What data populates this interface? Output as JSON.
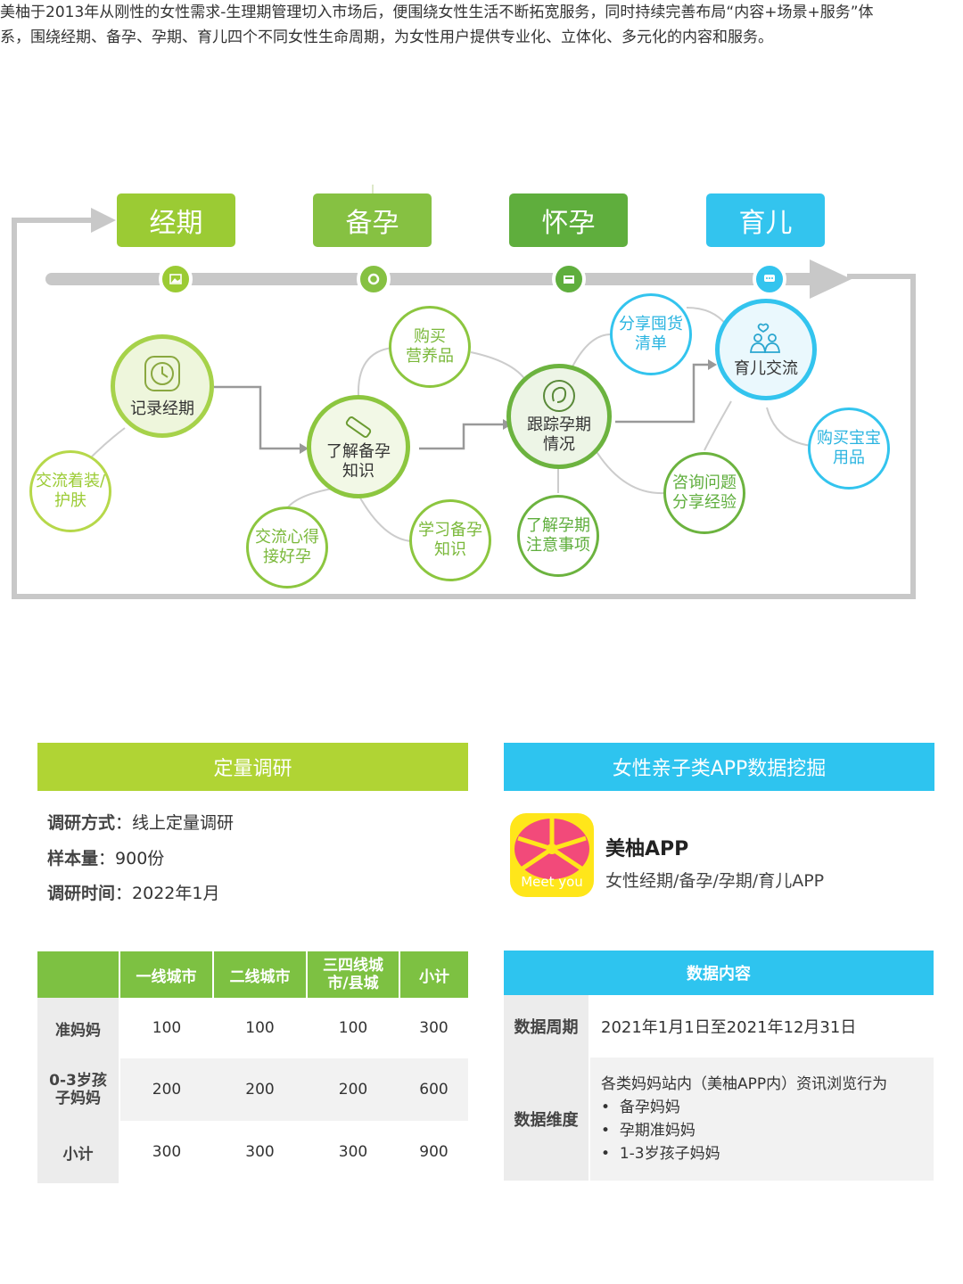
{
  "intro": "美柚于2013年从刚性的女性需求-生理期管理切入市场后，便围绕女性生活不断拓宽服务，同时持续完善布局“内容+场景+服务”体系，围绕经期、备孕、孕期、育儿四个不同女性生命周期，为女性用户提供专业化、立体化、多元化的内容和服务。",
  "stages": [
    {
      "label": "经期",
      "color": "#9bcb34"
    },
    {
      "label": "备孕",
      "color": "#86c142"
    },
    {
      "label": "怀孕",
      "color": "#5fae3d"
    },
    {
      "label": "育儿",
      "color": "#33c4ee"
    }
  ],
  "nodes": {
    "record_period": "记录经期",
    "learn_prep": [
      "了解备孕",
      "知识"
    ],
    "track_pregnancy": [
      "跟踪孕期",
      "情况"
    ],
    "parenting": "育儿交流",
    "dress_skin": [
      "交流着装/",
      "护肤"
    ],
    "share_exp": [
      "交流心得",
      "接好孕"
    ],
    "study_prep": [
      "学习备孕",
      "知识"
    ],
    "buy_nutrition": [
      "购买",
      "营养品"
    ],
    "preg_notes": [
      "了解孕期",
      "注意事项"
    ],
    "consult": [
      "咨询问题",
      "分享经验"
    ],
    "hoard_list": [
      "分享囤货",
      "清单"
    ],
    "buy_baby": [
      "购买宝宝",
      "用品"
    ]
  },
  "left_panel": {
    "title": "定量调研",
    "method_label": "调研方式",
    "method_value": "：线上定量调研",
    "sample_label": "样本量",
    "sample_value": "：900份",
    "time_label": "调研时间",
    "time_value": "：2022年1月",
    "table": {
      "headers": [
        "",
        "一线城市",
        "二线城市",
        "三四线城市/县城",
        "小计"
      ],
      "rows": [
        {
          "label": "准妈妈",
          "values": [
            "100",
            "100",
            "100",
            "300"
          ]
        },
        {
          "label": "0-3岁孩子妈妈",
          "values": [
            "200",
            "200",
            "200",
            "600"
          ]
        },
        {
          "label": "小计",
          "values": [
            "300",
            "300",
            "300",
            "900"
          ]
        }
      ]
    }
  },
  "right_panel": {
    "title": "女性亲子类APP数据挖掘",
    "app_name": "美柚APP",
    "app_desc": "女性经期/备孕/孕期/育儿APP",
    "app_logo_text": "Meet you",
    "table": {
      "header": "数据内容",
      "period_label": "数据周期",
      "period_value": "2021年1月1日至2021年12月31日",
      "dim_label": "数据维度",
      "dim_intro": "各类妈妈站内（美柚APP内）资讯浏览行为",
      "dim_items": [
        "备孕妈妈",
        "孕期准妈妈",
        "1-3岁孩子妈妈"
      ]
    }
  },
  "colors": {
    "green": "#b0d434",
    "table_green": "#7dc142",
    "cyan": "#2ec4ef"
  }
}
